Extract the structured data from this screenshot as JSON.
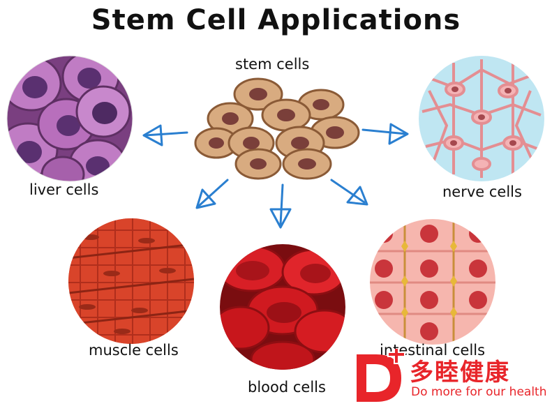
{
  "title": "Stem Cell Applications",
  "labels": {
    "stem": "stem cells",
    "liver": "liver cells",
    "nerve": "nerve cells",
    "muscle": "muscle cells",
    "blood": "blood cells",
    "intestinal": "intestinal cells"
  },
  "watermark": {
    "chinese": "多睦健康",
    "english": "Do more for our health",
    "logo_mark": "D+"
  },
  "colors": {
    "arrow": "#2a7fd0",
    "liver": "#b06ab5",
    "nerve": "#f2a6a8",
    "muscle": "#d9442a",
    "blood": "#c4151c",
    "intestinal": "#f6b6ae",
    "stem": "#d4a57a",
    "watermark": "#e8252a"
  }
}
